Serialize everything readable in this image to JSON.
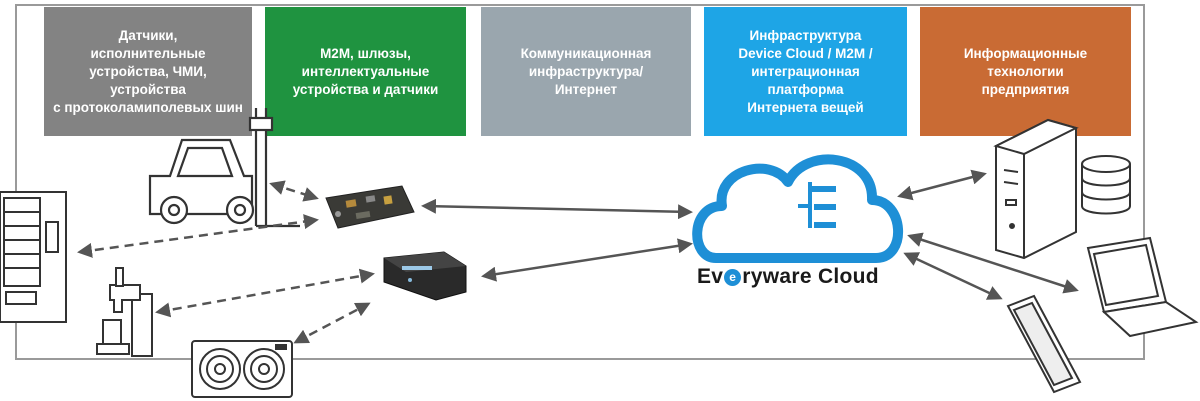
{
  "boxes": [
    {
      "id": "sensors",
      "label": "Датчики,\nисполнительные\nустройства, ЧМИ,\nустройства\nс протоколамиполевых шин",
      "color": "#838383"
    },
    {
      "id": "m2m",
      "label": "M2M, шлюзы,\nинтеллектуальные\nустройства и датчики",
      "color": "#1f9340"
    },
    {
      "id": "comm",
      "label": "Коммуникационная\nинфраструктура/\nИнтернет",
      "color": "#9aa6ae"
    },
    {
      "id": "infra",
      "label": "Инфраструктура\nDevice Cloud / M2M /\nинтеграционная\nплатформа\nИнтернета вещей",
      "color": "#1ea5e6"
    },
    {
      "id": "it",
      "label": "Информационные\nтехнологии\nпредприятия",
      "color": "#c96b34"
    }
  ],
  "brand": {
    "prefix": "Ev",
    "mark": "e",
    "suffix": "ryware Cloud"
  },
  "icons": [
    "forklift-icon",
    "vending-machine-icon",
    "beer-tap-icon",
    "air-conditioner-icon",
    "circuit-board-icon",
    "gateway-device-icon",
    "cloud-icon",
    "server-icon",
    "database-icon",
    "laptop-icon",
    "tablet-icon"
  ],
  "colors": {
    "cloud": "#1e8fd6",
    "arrow": "#555555",
    "frame": "#9a9a9a"
  }
}
